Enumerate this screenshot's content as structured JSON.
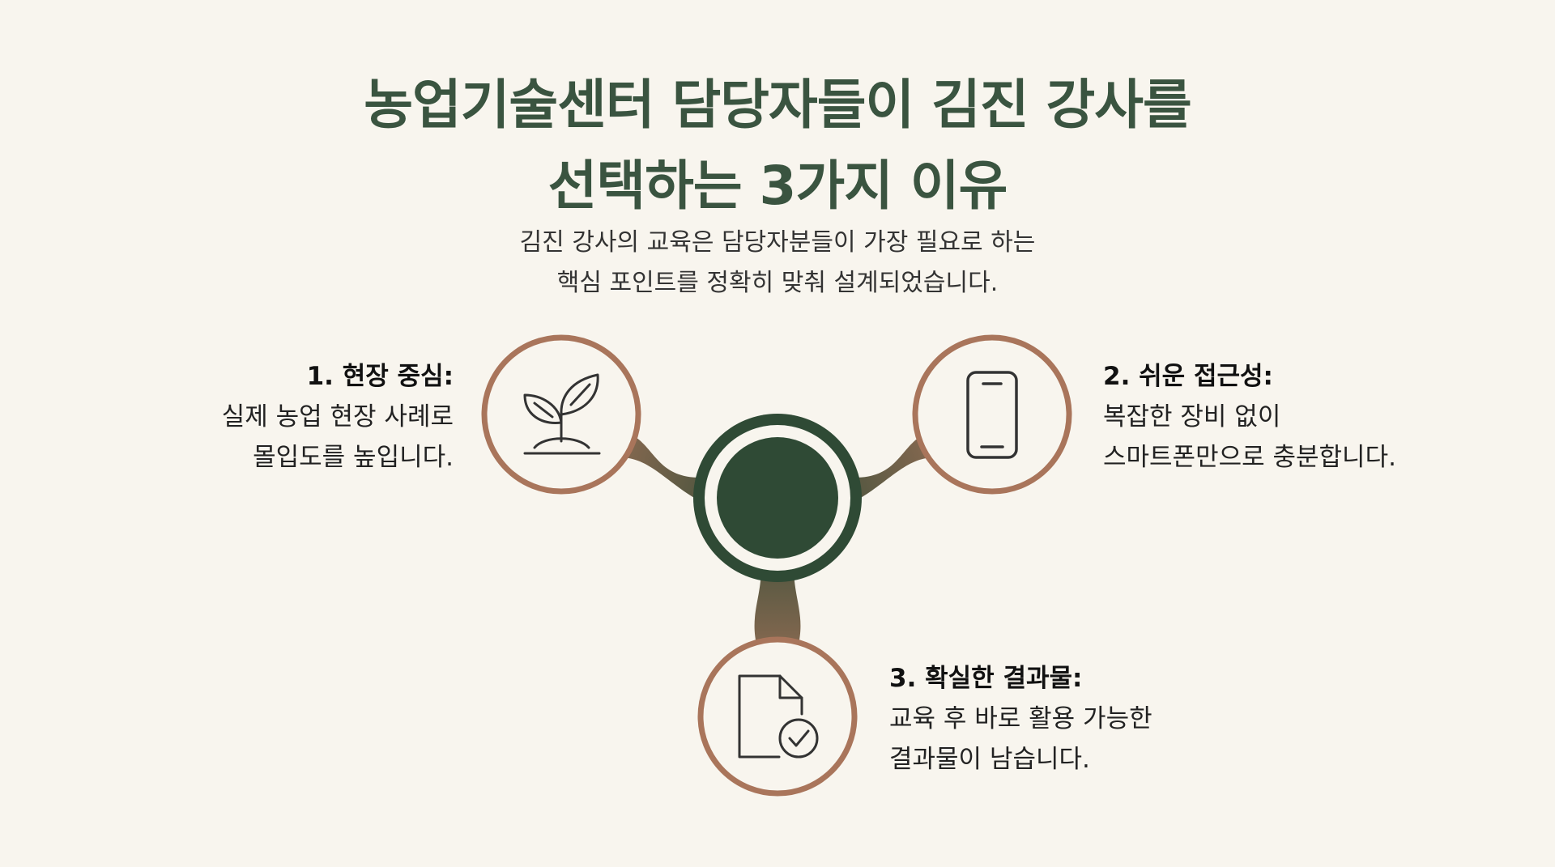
{
  "title": {
    "line1": "농업기술센터 담당자들이 김진 강사를",
    "line2": "선택하는 3가지 이유"
  },
  "subtitle": {
    "line1": "김진 강사의 교육은 담당자분들이 가장 필요로 하는",
    "line2": "핵심 포인트를 정확히 맞춰 설계되었습니다."
  },
  "items": [
    {
      "heading": "1. 현장 중심:",
      "lines": [
        "실제 농업 현장 사례로",
        "몰입도를 높입니다."
      ],
      "icon": "sprout-icon"
    },
    {
      "heading": "2. 쉬운 접근성:",
      "lines": [
        "복잡한 장비 없이",
        "스마트폰만으로 충분합니다."
      ],
      "icon": "smartphone-icon"
    },
    {
      "heading": "3. 확실한 결과물:",
      "lines": [
        "교육 후 바로 활용 가능한",
        "결과물이 남습니다."
      ],
      "icon": "document-check-icon"
    }
  ],
  "colors": {
    "background": "#f8f5ee",
    "title": "#3a5440",
    "hub": "#2f4a35",
    "ring": "#a9755b"
  }
}
